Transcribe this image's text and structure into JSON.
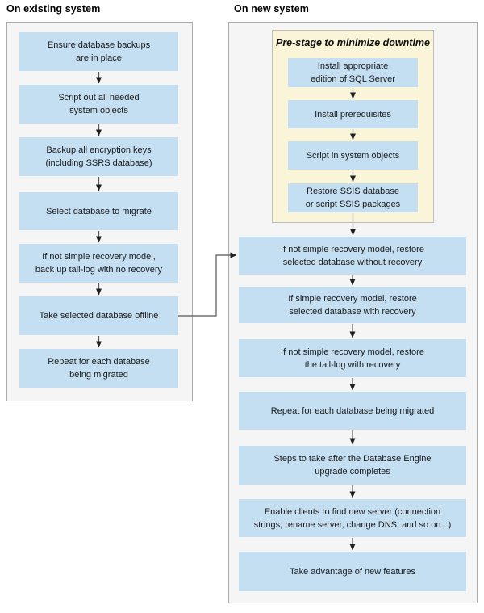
{
  "diagram": {
    "existing": {
      "header": "On existing system",
      "steps": [
        "Ensure database backups\nare in place",
        "Script out all needed\nsystem objects",
        "Backup all encryption keys\n(including SSRS database)",
        "Select database to migrate",
        "If not simple recovery model,\nback up tail-log with no recovery",
        "Take selected database offline",
        "Repeat for each database\nbeing migrated"
      ]
    },
    "new": {
      "header": "On new system",
      "prestage": {
        "title": "Pre-stage to minimize downtime",
        "steps": [
          "Install appropriate\nedition of SQL Server",
          "Install prerequisites",
          "Script in system objects",
          "Restore SSIS database\nor script SSIS packages"
        ]
      },
      "steps": [
        "If not simple recovery model, restore\nselected database without recovery",
        "If simple recovery model, restore\nselected database with recovery",
        "If not simple recovery model, restore\nthe tail-log with recovery",
        "Repeat for each database being migrated",
        "Steps to take after the Database Engine\nupgrade completes",
        "Enable clients to find new server (connection\nstrings, rename server, change DNS, and so on...)",
        "Take advantage of new features"
      ]
    },
    "colors": {
      "step_fill": "#c4def2",
      "prestage_fill": "#faf5d8",
      "panel_fill": "#f5f5f5",
      "panel_border": "#ababab",
      "arrow": "#555555",
      "arrowhead": "#1f1f1f"
    }
  }
}
